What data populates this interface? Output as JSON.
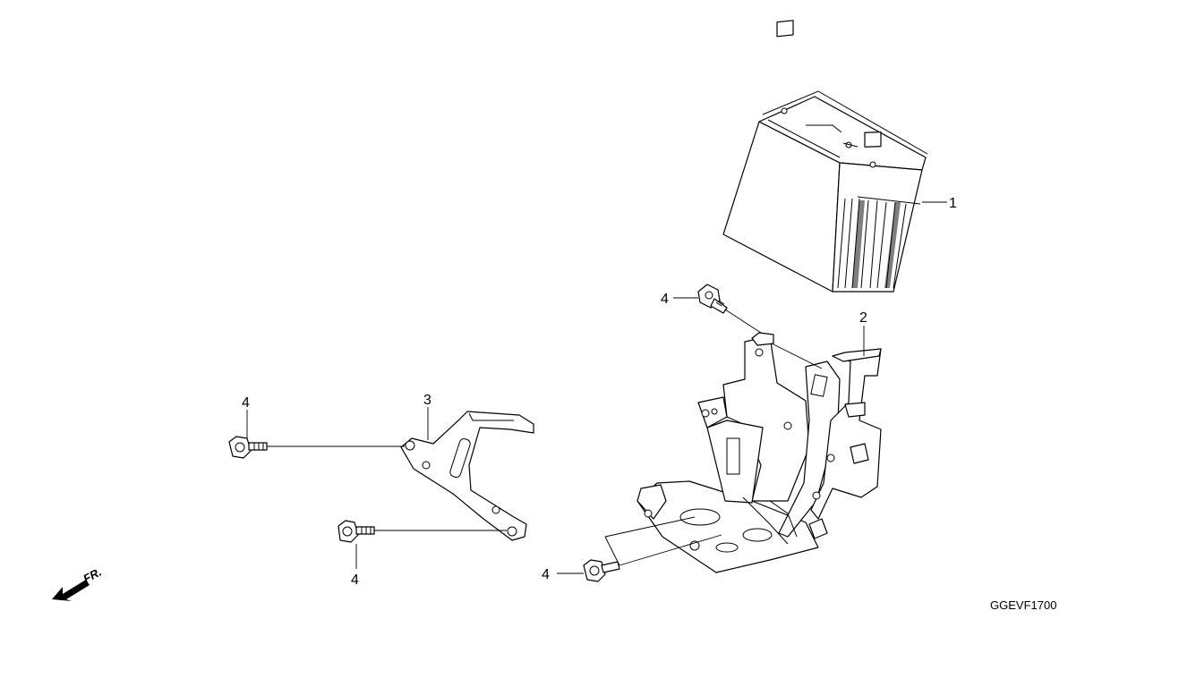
{
  "callouts": {
    "battery": "1",
    "battery_box": "2",
    "stay": "3",
    "bolt": "4"
  },
  "diagram_code": "GGEVF1700",
  "front_indicator": "FR."
}
